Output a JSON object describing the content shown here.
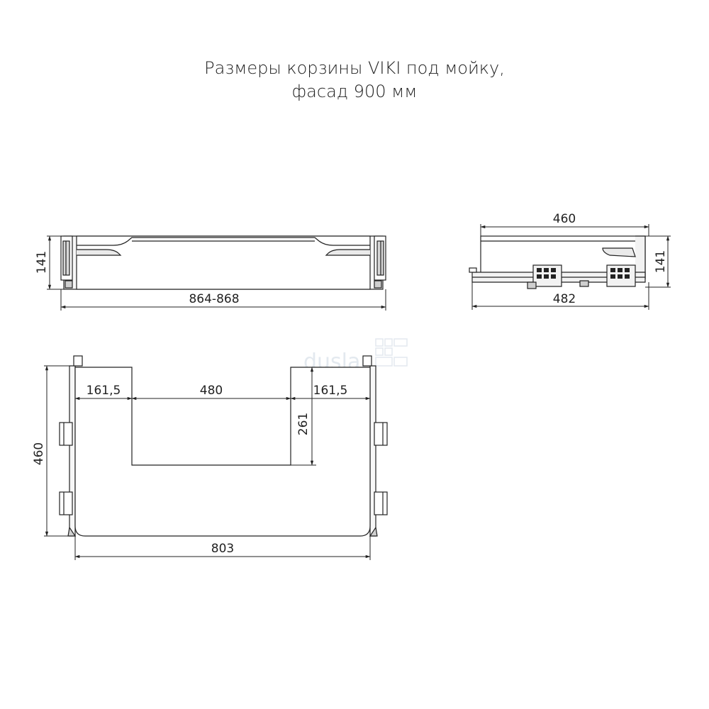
{
  "title": {
    "line1": "Размеры корзины VIKI под мойку,",
    "line2": "фасад 900 мм"
  },
  "front_view": {
    "height_label": "141",
    "width_label": "864-868"
  },
  "side_view": {
    "top_width_label": "460",
    "bottom_width_label": "482",
    "height_label": "141"
  },
  "top_view": {
    "left_margin_label": "161,5",
    "cutout_width_label": "480",
    "right_margin_label": "161,5",
    "cutout_depth_label": "261",
    "depth_label": "460",
    "width_label": "803"
  },
  "watermark": {
    "text": "duslar"
  },
  "colors": {
    "line": "#222222",
    "light_fill": "#f2f2f2",
    "watermark": "#dde6ee"
  }
}
